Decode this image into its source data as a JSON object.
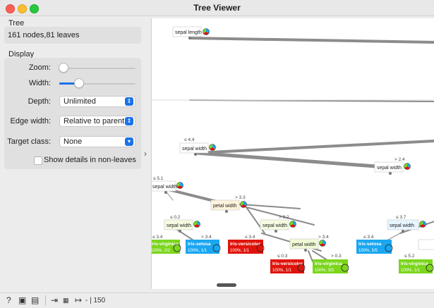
{
  "window": {
    "title": "Tree Viewer"
  },
  "info": {
    "section": "Tree",
    "summary": "161 nodes,81 leaves"
  },
  "display": {
    "section": "Display",
    "zoom_label": "Zoom:",
    "width_label": "Width:",
    "depth_label": "Depth:",
    "depth_value": "Unlimited",
    "edge_label": "Edge width:",
    "edge_value": "Relative to parent",
    "target_label": "Target class:",
    "target_value": "None",
    "details_label": "Show details in non-leaves",
    "zoom_level": 0.0,
    "width_level": 0.25
  },
  "tree": {
    "root_node": "sepal length",
    "edges": [
      "≤ 4.4",
      "> 2.4",
      "≤ 5.1",
      "> 3.3",
      "≤ 0.2",
      "> 0.2",
      "> 3.4",
      "≤ 3.4",
      "> 3.4",
      "≤ 0.3",
      "> 0.3",
      "≤ 3.4",
      "≤ 3.7",
      "≤ 5.2",
      "≤ 3.4"
    ],
    "internal_nodes": [
      "sepal width",
      "sepal width",
      "sepal width",
      "petal width",
      "sepal width",
      "sepal width",
      "petal width",
      "sepal width"
    ],
    "leaves": [
      {
        "name": "Iris-virginica",
        "stat": "100%, 2/2"
      },
      {
        "name": "Iris-setosa",
        "stat": "100%, 1/1"
      },
      {
        "name": "Iris-versicolor",
        "stat": "100%, 1/1"
      },
      {
        "name": "Iris-versicolor",
        "stat": "100%, 1/1"
      },
      {
        "name": "Iris-virginica",
        "stat": "100%, 3/3"
      },
      {
        "name": "Iris-setosa",
        "stat": "100%, 5/5"
      },
      {
        "name": "Iris-virginica",
        "stat": "100%, 1/1"
      }
    ],
    "colors": {
      "setosa": "#1aa6f0",
      "versicolor": "#e0140c",
      "virginica": "#7bd61c"
    }
  },
  "status": {
    "count": "- | 150"
  }
}
